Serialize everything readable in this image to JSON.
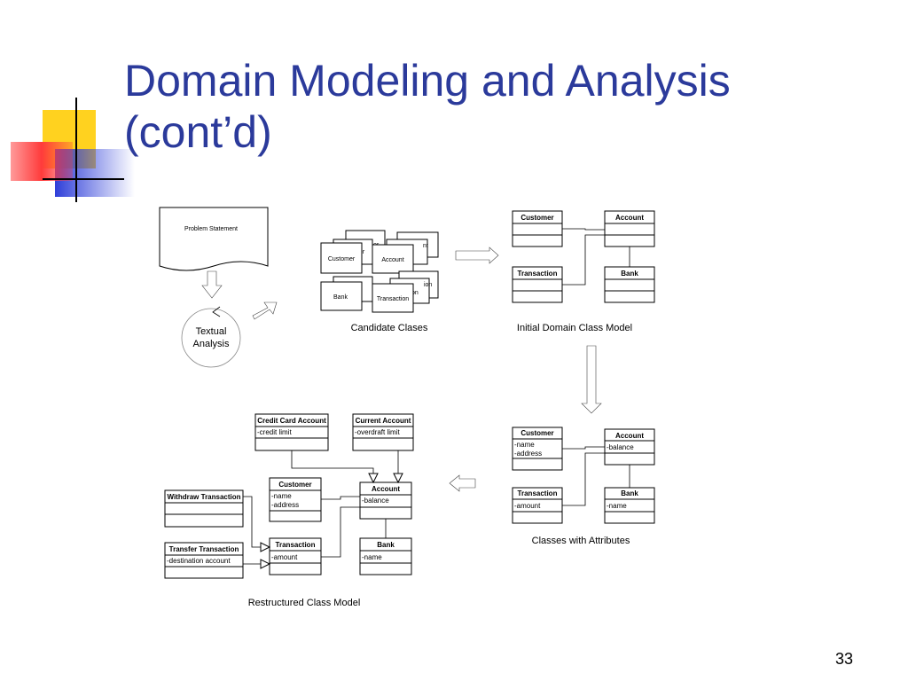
{
  "slide": {
    "title": "Domain Modeling and Analysis (cont’d)",
    "page_number": "33"
  },
  "accent_colors": {
    "title": "#2b3a9b",
    "deco_yellow": "#ffd21f",
    "deco_red": "#ff3b3b",
    "deco_blue": "#2f3fd9"
  },
  "problem_statement": {
    "label": "Problem Statement"
  },
  "textual_analysis": {
    "line1": "Textual",
    "line2": "Analysis"
  },
  "candidate_classes": {
    "caption": "Candidate Clases",
    "cards": [
      "Customer",
      "Account",
      "Bank",
      "Transaction"
    ],
    "partial_labels": [
      "er",
      "er",
      "nt",
      "t",
      "ion",
      "on"
    ]
  },
  "initial_model": {
    "caption": "Initial Domain Class Model",
    "classes": [
      "Customer",
      "Account",
      "Transaction",
      "Bank"
    ]
  },
  "attributes_model": {
    "caption": "Classes with Attributes",
    "customer": {
      "name": "Customer",
      "attrs": [
        "-name",
        "-address"
      ]
    },
    "account": {
      "name": "Account",
      "attrs": [
        "-balance"
      ]
    },
    "transaction": {
      "name": "Transaction",
      "attrs": [
        "-amount"
      ]
    },
    "bank": {
      "name": "Bank",
      "attrs": [
        "-name"
      ]
    }
  },
  "restructured_model": {
    "caption": "Restructured Class Model",
    "credit_card_account": {
      "name": "Credit Card Account",
      "attrs": [
        "-credit limit"
      ]
    },
    "current_account": {
      "name": "Current Account",
      "attrs": [
        "-overdraft limit"
      ]
    },
    "customer": {
      "name": "Customer",
      "attrs": [
        "-name",
        "-address"
      ]
    },
    "account": {
      "name": "Account",
      "attrs": [
        "-balance"
      ]
    },
    "withdraw_transaction": {
      "name": "Withdraw Transaction"
    },
    "transfer_transaction": {
      "name": "Transfer Transaction",
      "attrs": [
        "-destination account"
      ]
    },
    "transaction": {
      "name": "Transaction",
      "attrs": [
        "-amount"
      ]
    },
    "bank": {
      "name": "Bank",
      "attrs": [
        "-name"
      ]
    }
  }
}
